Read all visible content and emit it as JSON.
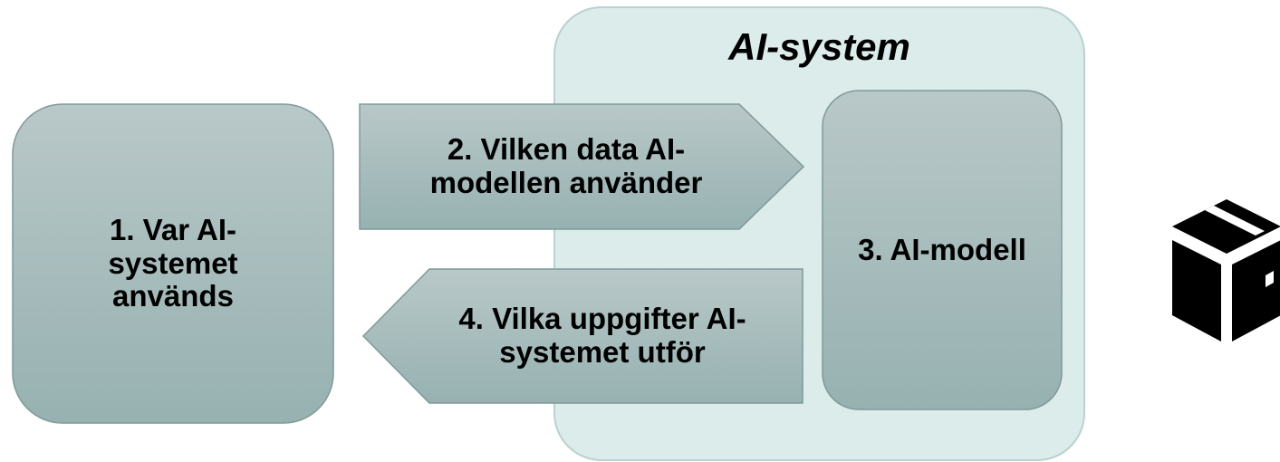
{
  "diagram": {
    "system_title": "AI-system",
    "node_usage": "1. Var AI-\nsystemet\nanvänds",
    "node_data": "2. Vilken data AI-\nmodellen använder",
    "node_model": "3. AI-modell",
    "node_tasks": "4. Vilka uppgifter AI-\nsystemet utför"
  },
  "colors": {
    "system_container_fill": "#dcecea",
    "system_container_stroke": "#b8d2cf",
    "node_fill_top": "#b9c8c8",
    "node_fill_bottom": "#97b1b1",
    "node_stroke": "#7f9999",
    "icon": "#000000"
  },
  "icons": {
    "package": "box-icon"
  }
}
